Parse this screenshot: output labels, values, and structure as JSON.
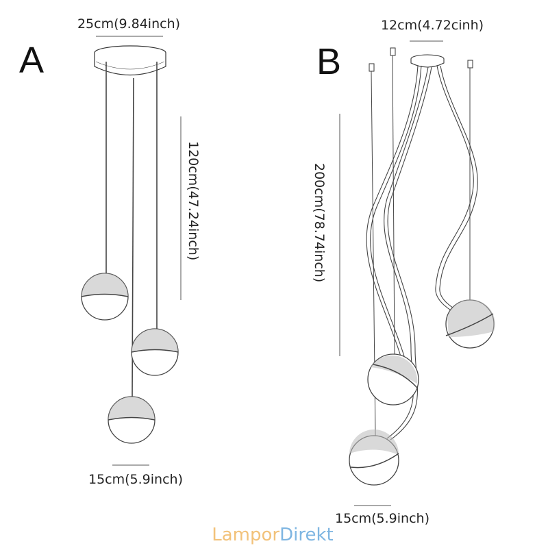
{
  "variant_a": {
    "label": "A",
    "canopy_diameter": "25cm(9.84inch)",
    "cable_length": "120cm(47.24inch)",
    "globe_diameter": "15cm(5.9inch)"
  },
  "variant_b": {
    "label": "B",
    "canopy_diameter": "12cm(4.72cinh)",
    "cable_length": "200cm(78.74inch)",
    "globe_diameter": "15cm(5.9inch)"
  },
  "brand": {
    "part1": "Lampor",
    "part2": "Direkt",
    "color1": "#f2c27a",
    "color2": "#7fb6e2"
  }
}
